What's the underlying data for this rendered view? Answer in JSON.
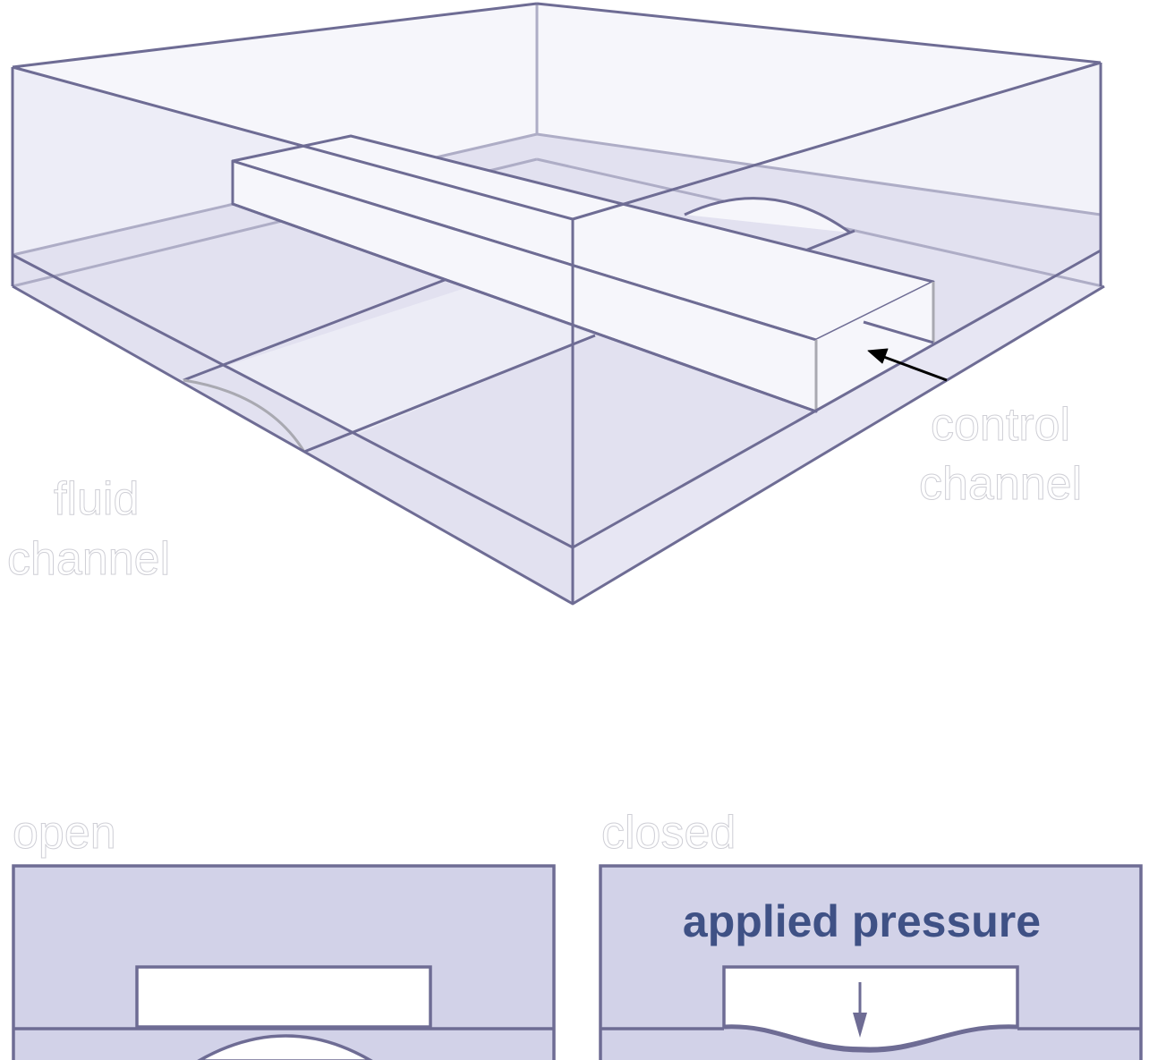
{
  "labels": {
    "fluid_channel_line1": "fluid",
    "fluid_channel_line2": "channel",
    "control_channel_line1": "control",
    "control_channel_line2": "channel",
    "open": "open",
    "closed": "closed",
    "applied_pressure": "applied pressure"
  },
  "colors": {
    "outline": "#6e6c94",
    "fill_panel": "#d2d2e8",
    "fill_floor": "#e2e1f0",
    "fill_light": "#f6f6fb",
    "text_accent": "#3f5185"
  }
}
